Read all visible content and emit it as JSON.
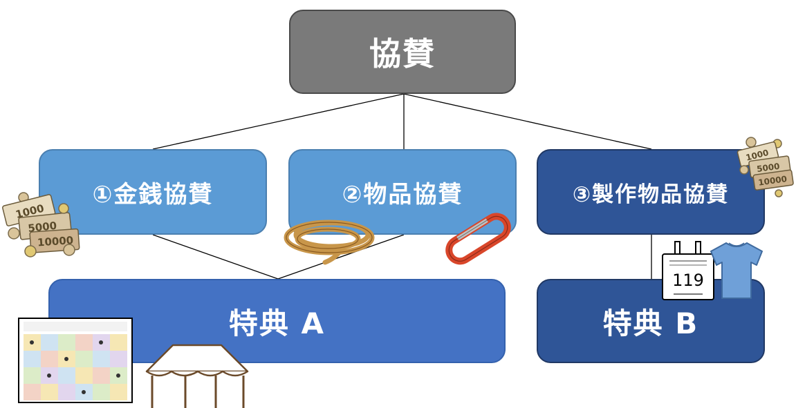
{
  "root": {
    "label": "協賛"
  },
  "categories": [
    {
      "label": "①金銭協賛"
    },
    {
      "label": "②物品協賛"
    },
    {
      "label": "③製作物品協賛"
    }
  ],
  "benefits": [
    {
      "label": "特典 A"
    },
    {
      "label": "特典 B"
    }
  ],
  "money_illustration": {
    "bills": [
      "1000",
      "5000",
      "10000"
    ]
  },
  "badge_illustration": {
    "number": "119"
  },
  "colors": {
    "root": "#7a7a7a",
    "category_light": "#5b9bd5",
    "category_dark": "#2f5597",
    "benefit_a": "#4472c4",
    "benefit_b": "#2f5597"
  }
}
